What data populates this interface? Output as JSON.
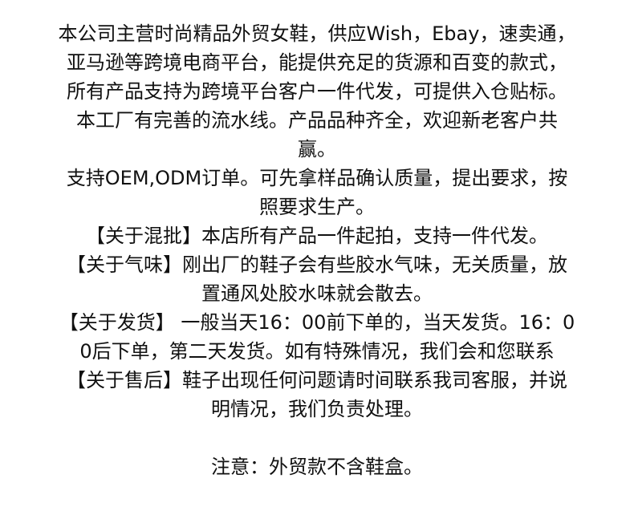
{
  "document": {
    "lines": [
      "本公司主营时尚精品外贸女鞋，供应Wish，Ebay，速卖通，",
      "亚马逊等跨境电商平台，能提供充足的货源和百变的款式，",
      "所有产品支持为跨境平台客户一件代发，可提供入仓贴标。",
      "本工厂有完善的流水线。产品品种齐全，欢迎新老客户共",
      "赢。",
      "支持OEM,ODM订单。可先拿样品确认质量，提出要求，按",
      "照要求生产。",
      "【关于混批】本店所有产品一件起拍，支持一件代发。",
      "【关于气味】刚出厂的鞋子会有些胶水气味，无关质量，放",
      "置通风处胶水味就会散去。",
      "【关于发货】 一般当天16：00前下单的，当天发货。16：0",
      "0后下单，第二天发货。如有特殊情况，我们会和您联系",
      "【关于售后】鞋子出现任何问题请时间联系我司客服，并说",
      "明情况，我们负责处理。"
    ],
    "note": "注意：外贸款不含鞋盒。"
  }
}
